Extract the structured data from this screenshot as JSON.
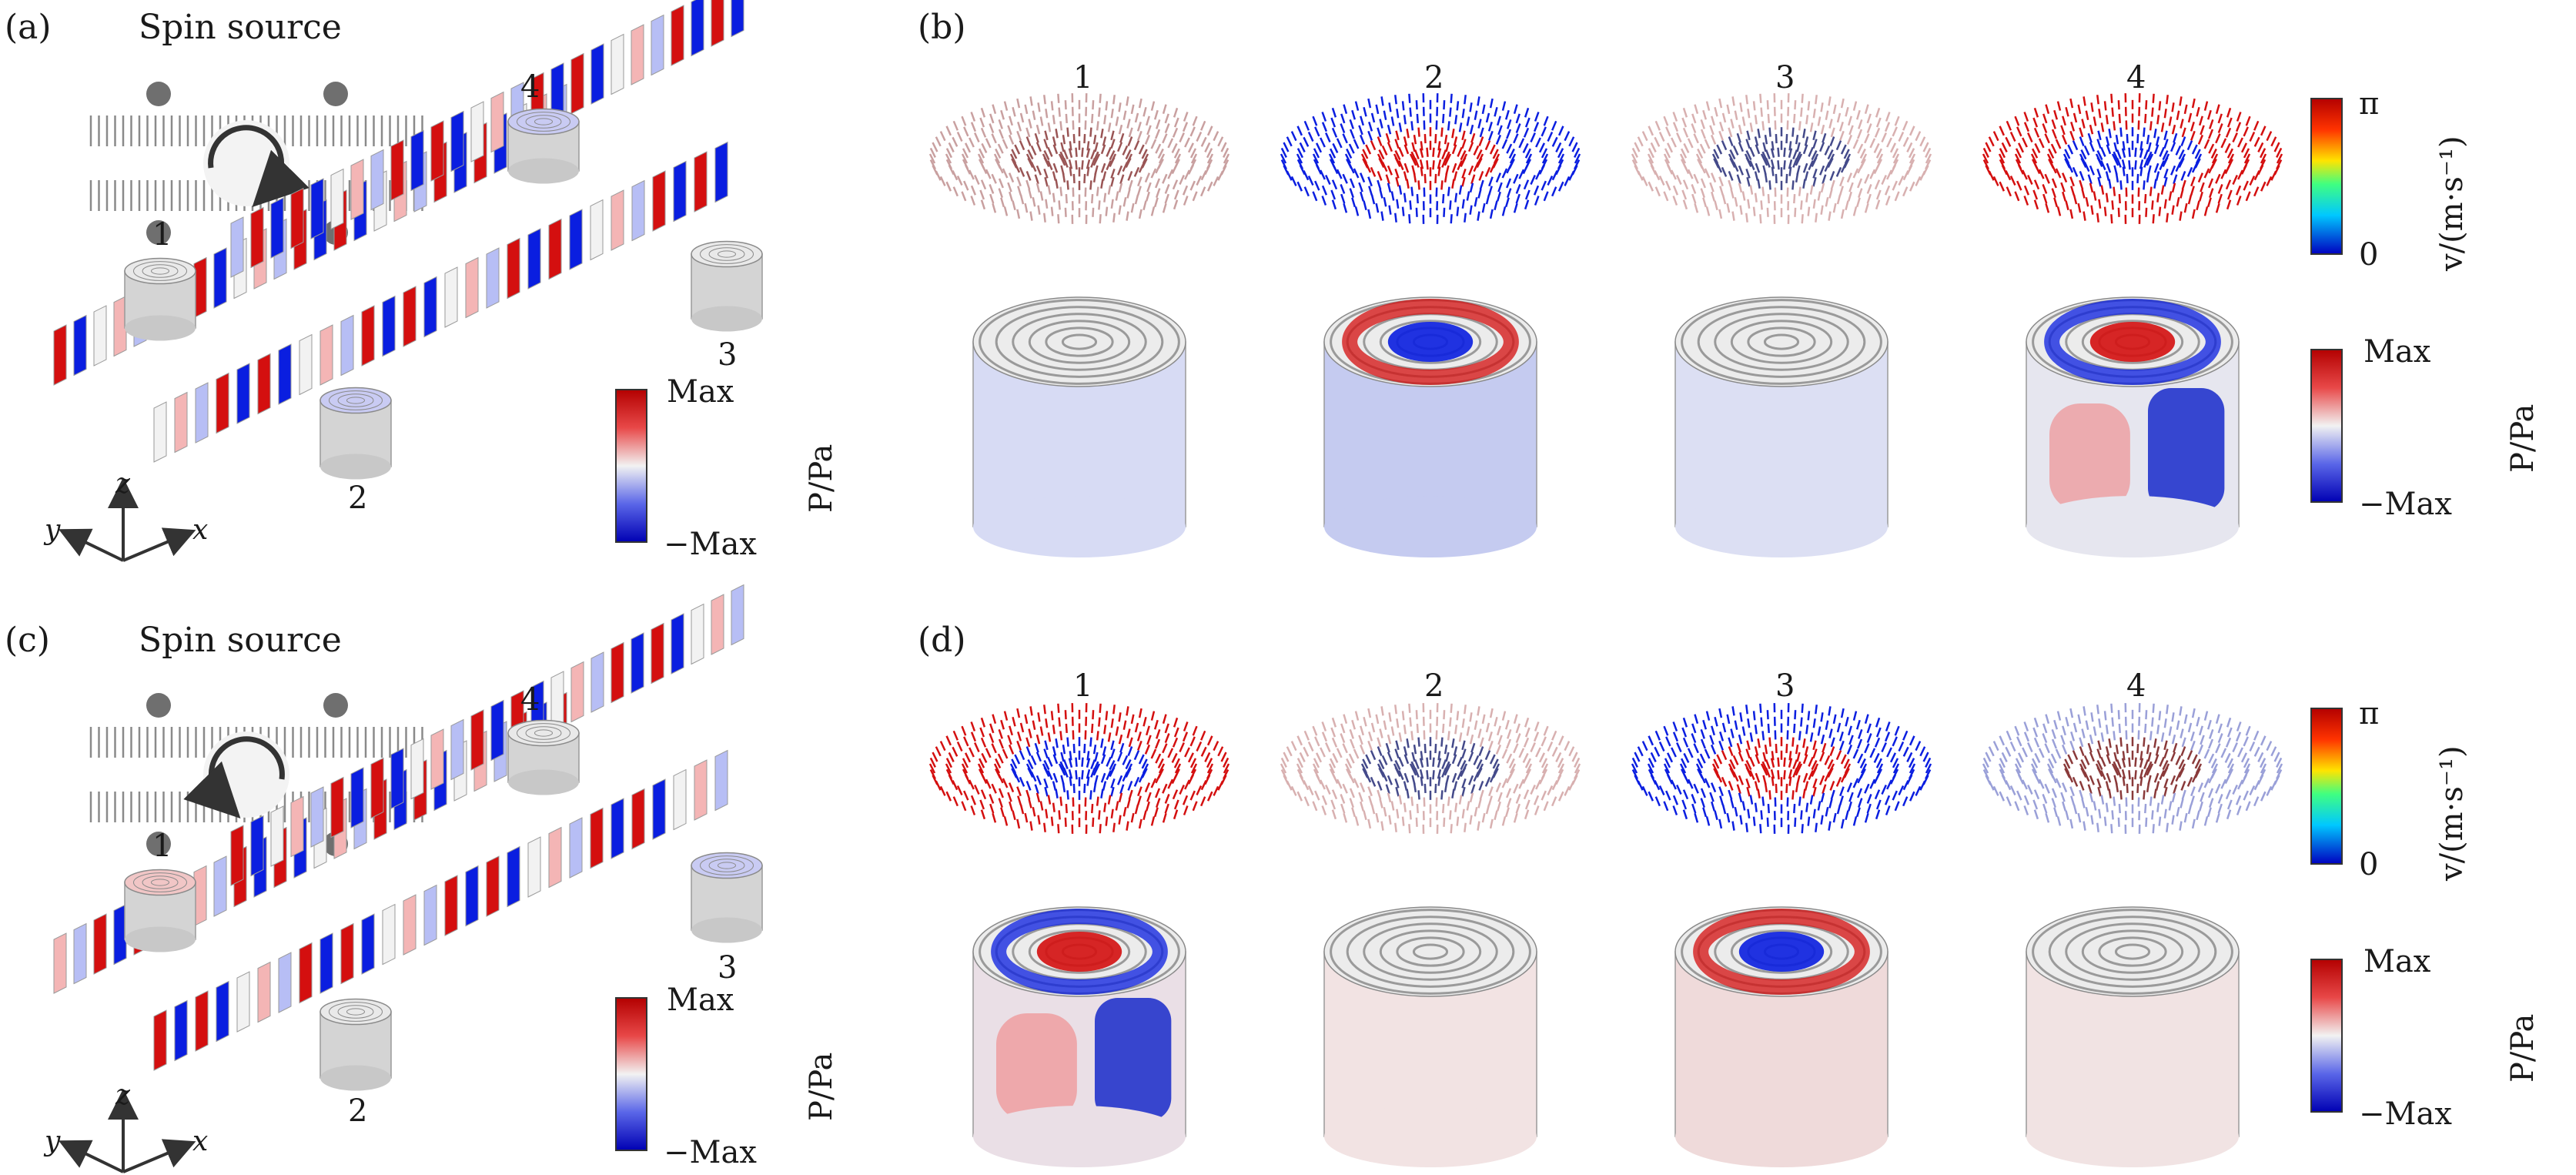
{
  "colors": {
    "red": "#d40f0f",
    "blue": "#0a1ee0",
    "white": "#f2f2f2",
    "gray": "#bdbdbd",
    "dark": "#333333",
    "dot": "#6f6f6f"
  },
  "panels": {
    "a": {
      "label": "(a)",
      "title": "Spin source",
      "rotation": "clockwise",
      "markers": [
        "1",
        "2",
        "3",
        "4"
      ],
      "axes": {
        "y": "y",
        "z": "z",
        "x": "x"
      },
      "colorbar": {
        "max": "Max",
        "min": "−Max",
        "quantity": "P/Pa"
      }
    },
    "b": {
      "label": "(b)",
      "columns": [
        "1",
        "2",
        "3",
        "4"
      ],
      "velocity_colorbar": {
        "max": "π",
        "min": "0",
        "quantity": "v/(m·s⁻¹)"
      },
      "pressure_colorbar": {
        "max": "Max",
        "min": "−Max",
        "quantity": "P/Pa"
      }
    },
    "c": {
      "label": "(c)",
      "title": "Spin source",
      "rotation": "counterclockwise",
      "markers": [
        "1",
        "2",
        "3",
        "4"
      ],
      "axes": {
        "y": "y",
        "z": "z",
        "x": "x"
      },
      "colorbar": {
        "max": "Max",
        "min": "−Max",
        "quantity": "P/Pa"
      }
    },
    "d": {
      "label": "(d)",
      "columns": [
        "1",
        "2",
        "3",
        "4"
      ],
      "velocity_colorbar": {
        "max": "π",
        "min": "0",
        "quantity": "v/(m·s⁻¹)"
      },
      "pressure_colorbar": {
        "max": "Max",
        "min": "−Max",
        "quantity": "P/Pa"
      }
    }
  }
}
